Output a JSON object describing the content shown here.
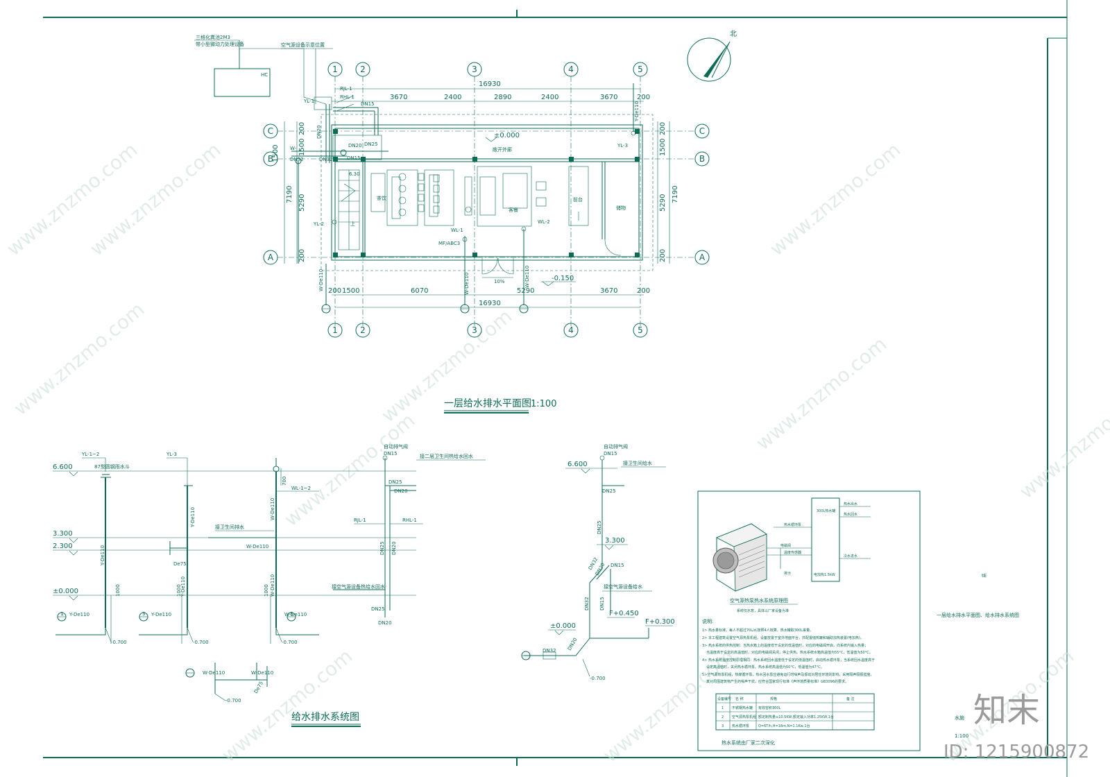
{
  "colors": {
    "line": "#0b6b55",
    "watermark": "#c9ddd7",
    "logo": "#9a9a9a"
  },
  "plan": {
    "title": "一层给水排水平面图",
    "scale": "1:100",
    "north": "北",
    "axes_v": [
      "1",
      "2",
      "3",
      "4",
      "5"
    ],
    "axes_h": [
      "C",
      "B",
      "A"
    ],
    "dims_top_total": "16930",
    "dims_top": [
      "3670",
      "2400",
      "2890",
      "2400",
      "3670"
    ],
    "dims_top_edge": "200",
    "dims_bottom": [
      "1500",
      "6070",
      "5290",
      "3670"
    ],
    "dims_bottom_total": "16930",
    "dims_bottom_edge": "200",
    "dims_left": [
      "200",
      "1500",
      "5290",
      "200"
    ],
    "dims_left_total": "7190",
    "dims_left_extra": "1500",
    "dims_right": [
      "200",
      "1500",
      "5290",
      "200"
    ],
    "dims_right_total": "7190",
    "septic_label1": "三格化粪池2M3",
    "septic_label2": "带小型微动力处理设备",
    "septic_code": "HC",
    "air_source_label": "空气源设备示意位置",
    "rooms": {
      "tea": "茶饮",
      "guest": "客餐",
      "front": "前台",
      "storage": "储物",
      "stair_up": "上",
      "corridor": "敞开外廊"
    },
    "level_zero": "±0.000",
    "level_minus": "-0.150",
    "slope": "10%",
    "extinguisher": "MF/ABC3",
    "pipes": {
      "yl1": "YL-1",
      "yl2": "YL-2",
      "yl3": "YL-3",
      "wl1": "WL-1",
      "wl2": "WL-2",
      "rjl1": "RJL-1",
      "rhl1": "RHL-1",
      "w": "W-",
      "w_de110": "W-De110",
      "y_de110": "Y-De110",
      "dn15": "DN15",
      "dn20": "DN20",
      "dn25": "DN25",
      "dn32": "DN32",
      "elev": "6.30"
    }
  },
  "system": {
    "title": "给水排水系统图",
    "levels": {
      "l6600": "6.600",
      "l3300": "3.300",
      "l2300": "2.300",
      "l0": "±0.000",
      "lm0700": "-0.700",
      "f0450": "F+0.450",
      "f0300": "F+0.300"
    },
    "labels": {
      "yl12": "YL-1~2",
      "yl3": "YL-3",
      "funnel": "87型圆钢雨水斗",
      "wl12": "WL-1~2",
      "toilet_drain": "接卫生间排水",
      "air_vent": "自动排气阀",
      "return2": "接二层卫生间热给水回水",
      "air_return": "接空气源设备热给水回水",
      "rjl1": "RJL-1",
      "rhl1": "RHL-1",
      "toilet_supply": "接卫生间给水",
      "air_supply": "接空气源设备给水",
      "de75": "De75",
      "w_de110": "W-De110",
      "y_de110": "Y-De110",
      "dn15": "DN15",
      "dn20": "DN20",
      "dn25": "DN25",
      "dn32": "DN32",
      "d1000": "1000",
      "d700": "700",
      "ax1": "1",
      "ax3": "3"
    }
  },
  "box": {
    "title": "空气源热泵热水系统原理图",
    "subtitle": "系统仅示意，具体以厂家设备为准",
    "notes_title": "说明:",
    "notes": [
      "1> 热水量标准，每人不超过70L/d,按照4人核算，热水罐取300L来量。",
      "2> 本工程建筑设置空气源热泵机组，设备放置于室外地面平台，并配置储热罐和辅助加热装置(电加热)。",
      "3> 热水系统的供热控制：当热水箱上的温度低于设定的低温值时，对应的电磁阀开启，向系统内输入热量；",
      "当温度高于设定的高温值时，对应的电磁阀关闭，停止供热。热水系统水箱高温值为55°C，低温值为50°C。",
      "4> 热水系统温度控制原理相同：热水系统回水温度低于设定的低温值时，启动热水循环泵；当系统回水温度高于",
      "设定高温值时，关闭热水循环泵。热水系统高温值为50°C，低温值为47°C。",
      "5>空气源热泵机组，热媒循环泵，热水回水泵应避免运行时噪声及振动对居住环境的影响，采用隔声隔振措施，",
      "其对周围建筑物产生的噪声干扰，应符合国家现行标准《声环境质量标准》GB3096的要求。"
    ],
    "table_head": [
      "设备编号",
      "名  称",
      "规格",
      "备 注"
    ],
    "table_rows": [
      [
        "1",
        "不锈钢热水罐",
        "有效容积300L",
        ""
      ],
      [
        "2",
        "空气源热泵机组",
        "额定制热量≥10.5KW,额定输入功率1.25KW,1台",
        ""
      ],
      [
        "3",
        "热水循环泵",
        "Q=6T/h,H=18m,N=1.1Kw,1台",
        ""
      ]
    ],
    "footer": "热水系统由厂家二次深化",
    "diagram_labels": [
      "热水出水",
      "热水回水",
      "冷水进水",
      "电加热1.5kW",
      "300L热水罐",
      "热水循环泵",
      "电磁阀",
      "温度传感器",
      "排污"
    ]
  },
  "titleblock": {
    "drawing_name": "一层给水排水平面图、给水排水系统图",
    "mark": "tE",
    "discipline": "水施",
    "scale": "1:100"
  },
  "watermark": "www.znzmo.com",
  "brand": "知末",
  "brand_id": "ID: 1215900872"
}
